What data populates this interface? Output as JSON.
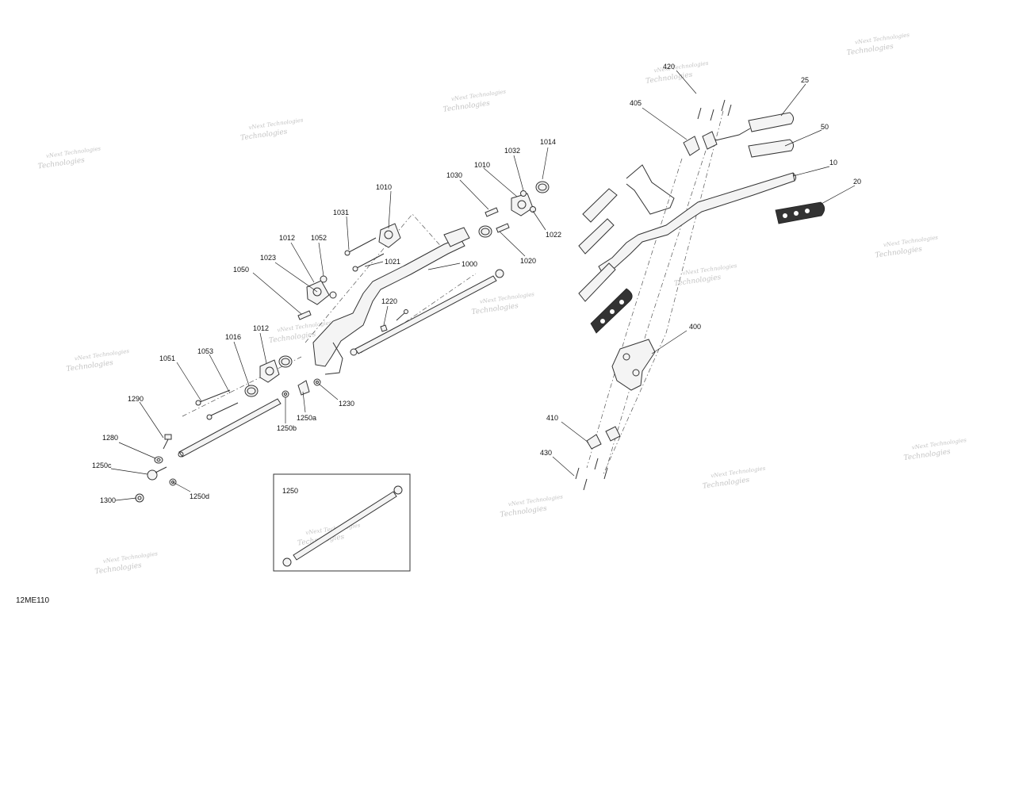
{
  "diagram": {
    "code": "12ME110",
    "inset_label": "1250",
    "watermark": {
      "line1": "vNext Technologies",
      "line2": "Technologies"
    },
    "callouts": {
      "c420": "420",
      "c25": "25",
      "c405": "405",
      "c50": "50",
      "c10": "10",
      "c20": "20",
      "c1014": "1014",
      "c1032": "1032",
      "c1010a": "1010",
      "c1030": "1030",
      "c1010b": "1010",
      "c1022": "1022",
      "c1020": "1020",
      "c1031": "1031",
      "c1012a": "1012",
      "c1052": "1052",
      "c1021": "1021",
      "c1000": "1000",
      "c1023": "1023",
      "c1050": "1050",
      "c1220": "1220",
      "c1012b": "1012",
      "c1016": "1016",
      "c1053": "1053",
      "c1051": "1051",
      "c1230": "1230",
      "c1250a": "1250a",
      "c1250b": "1250b",
      "c1290": "1290",
      "c1280": "1280",
      "c1250c": "1250c",
      "c1300": "1300",
      "c1250d": "1250d",
      "c400": "400",
      "c410": "410",
      "c430": "430"
    }
  }
}
